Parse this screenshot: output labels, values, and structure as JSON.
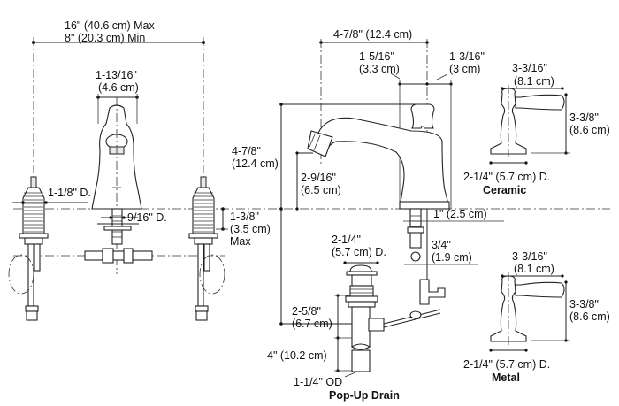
{
  "diagram": {
    "title": "Widespread faucet rough-in dimensions",
    "labels": {
      "spread_max": "16\" (40.6 cm) Max",
      "spread_min": "8\" (20.3 cm) Min",
      "spout_width_in": "1-13/16\"",
      "spout_width_cm": "(4.6 cm)",
      "valve_hole": "1-1/8\" D.",
      "spout_hole": "9/16\" D.",
      "deck_thickness_in": "1-3/8\"",
      "deck_thickness_cm": "(3.5 cm)",
      "deck_thickness_max": "Max",
      "spout_reach": "4-7/8\" (12.4 cm)",
      "spout_front_in": "1-5/16\"",
      "spout_front_cm": "(3.3 cm)",
      "spout_back_in": "1-3/16\"",
      "spout_back_cm": "(3 cm)",
      "spout_height_in": "4-7/8\"",
      "spout_height_cm": "(12.4 cm)",
      "spout_clearance_in": "2-9/16\"",
      "spout_clearance_cm": "(6.5 cm)",
      "shank_1": "1\" (2.5 cm)",
      "shank_2_in": "3/4\"",
      "shank_2_cm": "(1.9 cm)",
      "drain_top_in": "2-1/4\"",
      "drain_top_cm": "(5.7 cm) D.",
      "drain_depth_in": "2-5/8\"",
      "drain_depth_cm": "(6.7 cm)",
      "drain_tail": "4\" (10.2 cm)",
      "drain_od": "1-1/4\" OD",
      "drain_title": "Pop-Up Drain",
      "ceramic_width_in": "3-3/16\"",
      "ceramic_width_cm": "(8.1 cm)",
      "ceramic_height_in": "3-3/8\"",
      "ceramic_height_cm": "(8.6 cm)",
      "ceramic_base": "2-1/4\" (5.7 cm) D.",
      "ceramic_title": "Ceramic",
      "metal_width_in": "3-3/16\"",
      "metal_width_cm": "(8.1 cm)",
      "metal_height_in": "3-3/8\"",
      "metal_height_cm": "(8.6 cm)",
      "metal_base": "2-1/4\" (5.7 cm) D.",
      "metal_title": "Metal"
    }
  }
}
